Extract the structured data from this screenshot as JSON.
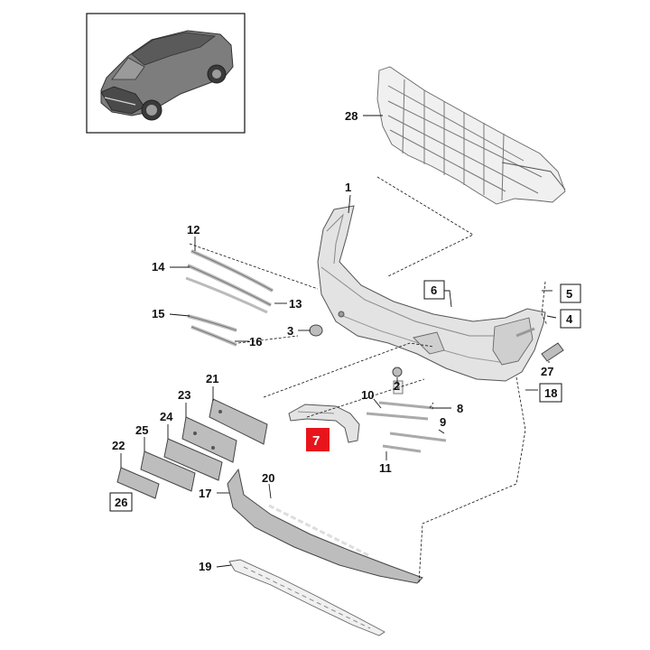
{
  "diagram": {
    "highlight_color": "#e8141c",
    "highlighted_part": "7",
    "parts": [
      {
        "id": "p1",
        "number": "1"
      },
      {
        "id": "p2",
        "number": "2"
      },
      {
        "id": "p3",
        "number": "3"
      },
      {
        "id": "p4",
        "number": "4"
      },
      {
        "id": "p5",
        "number": "5"
      },
      {
        "id": "p6",
        "number": "6"
      },
      {
        "id": "p7",
        "number": "7"
      },
      {
        "id": "p8",
        "number": "8"
      },
      {
        "id": "p9",
        "number": "9"
      },
      {
        "id": "p10",
        "number": "10"
      },
      {
        "id": "p11",
        "number": "11"
      },
      {
        "id": "p12",
        "number": "12"
      },
      {
        "id": "p13",
        "number": "13"
      },
      {
        "id": "p14",
        "number": "14"
      },
      {
        "id": "p15",
        "number": "15"
      },
      {
        "id": "p16",
        "number": "16"
      },
      {
        "id": "p17",
        "number": "17"
      },
      {
        "id": "p18",
        "number": "18"
      },
      {
        "id": "p19",
        "number": "19"
      },
      {
        "id": "p20",
        "number": "20"
      },
      {
        "id": "p21",
        "number": "21"
      },
      {
        "id": "p22",
        "number": "22"
      },
      {
        "id": "p23",
        "number": "23"
      },
      {
        "id": "p24",
        "number": "24"
      },
      {
        "id": "p25",
        "number": "25"
      },
      {
        "id": "p26",
        "number": "26"
      },
      {
        "id": "p27",
        "number": "27"
      },
      {
        "id": "p28",
        "number": "28"
      }
    ]
  }
}
